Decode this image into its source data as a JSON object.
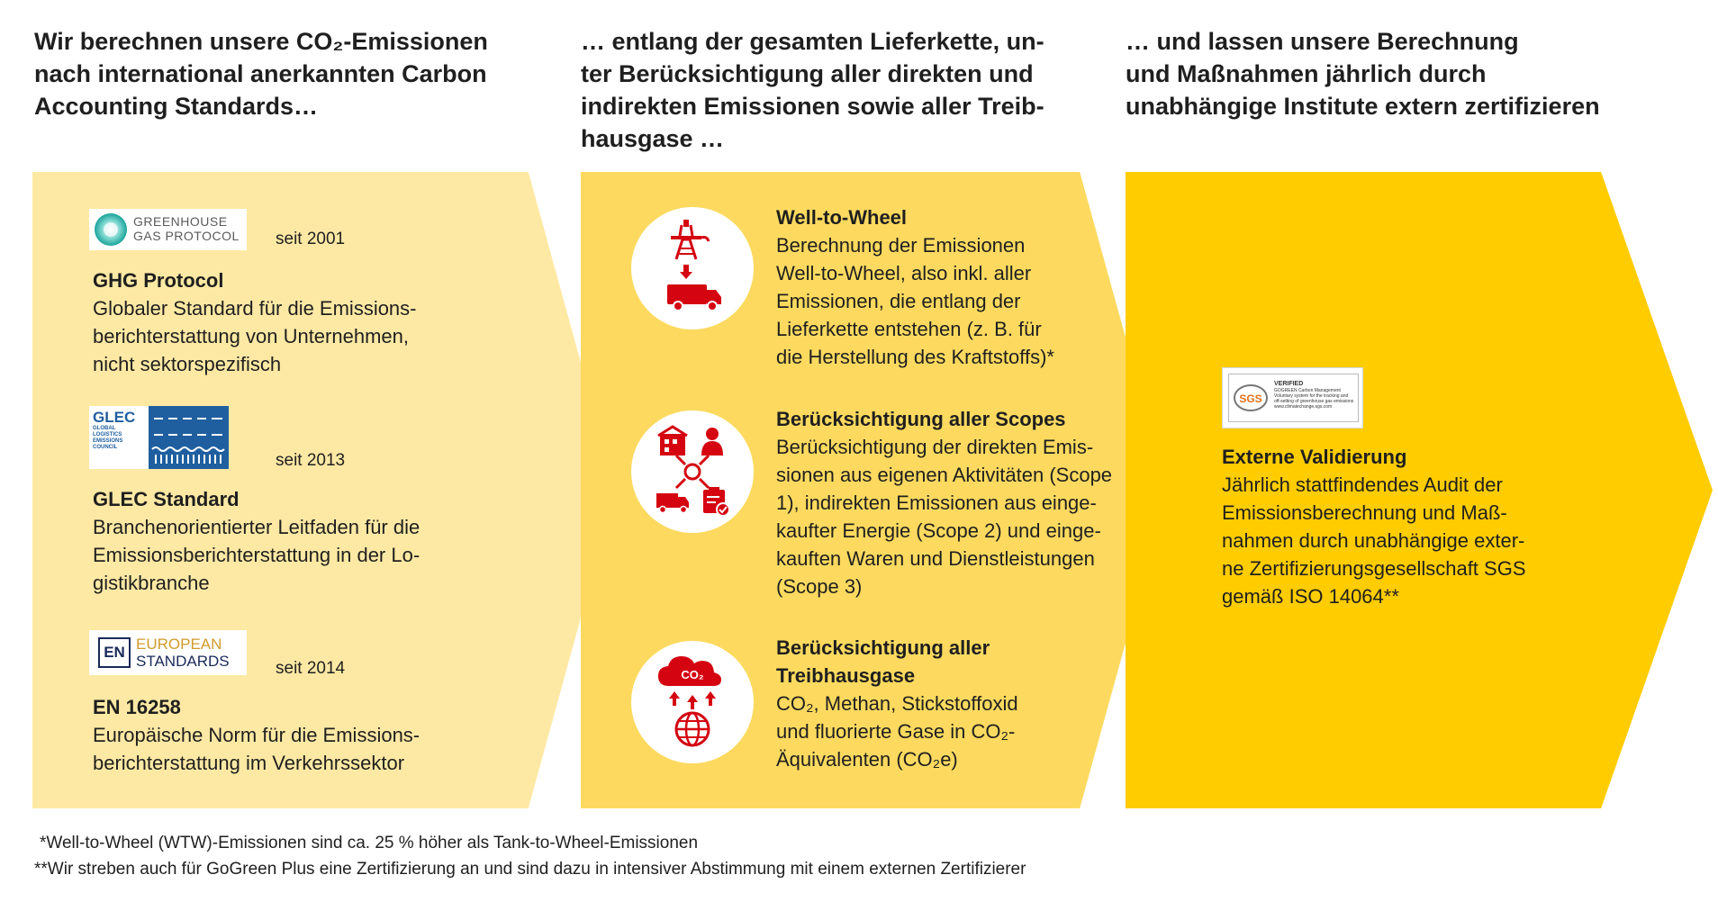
{
  "headings": {
    "col1": [
      "Wir berechnen unsere CO₂-Emissionen",
      "nach international anerkannten Carbon",
      "Accounting Standards…"
    ],
    "col2": [
      "… entlang der gesamten Lieferkette, un-",
      "ter Berücksichtigung aller direkten und",
      "indirekten Emissionen sowie aller Treib-",
      "hausgase …"
    ],
    "col3": [
      "… und lassen unsere Berechnung",
      "und Maßnahmen jährlich durch",
      "unabhängige Institute extern zertifizieren"
    ]
  },
  "colors": {
    "arrow1": "#FEE9A4",
    "arrow2": "#FDDA5F",
    "arrow3": "#FFCC00",
    "icon_red": "#D40511"
  },
  "standards": [
    {
      "logo_text": [
        "GREENHOUSE",
        "GAS PROTOCOL"
      ],
      "since": "seit 2001",
      "title": "GHG Protocol",
      "description": "Globaler Standard für die Emissions-\nberichterstattung von Unternehmen,\nnicht sektorspezifisch"
    },
    {
      "logo_text": [
        "GLEC",
        "GLOBAL",
        "LOGISTICS",
        "EMISSIONS",
        "COUNCIL"
      ],
      "since": "seit 2013",
      "title": "GLEC Standard",
      "description": "Branchenorientierter Leitfaden für die\nEmissionsberichterstattung in der Lo-\ngistikbranche"
    },
    {
      "logo_text": [
        "EN",
        "EUROPEAN",
        "STANDARDS"
      ],
      "since": "seit 2014",
      "title": "EN 16258",
      "description": "Europäische Norm für die Emissions-\nberichterstattung im Verkehrssektor"
    }
  ],
  "scope_items": [
    {
      "icon": "oil-derrick-truck-icon",
      "title": "Well-to-Wheel",
      "description": "Berechnung der Emissionen\nWell-to-Wheel, also inkl. aller\nEmissionen, die entlang der\nLieferkette entstehen (z. B. für\ndie Herstellung des Kraftstoffs)*"
    },
    {
      "icon": "scopes-network-icon",
      "title": "Berücksichtigung aller Scopes",
      "description": "Berücksichtigung der direkten Emis-\nsionen aus eigenen Aktivitäten (Scope\n1), indirekten Emissionen aus einge-\nkaufter Energie (Scope 2) und einge-\nkauften Waren und Dienstleistungen\n(Scope 3)"
    },
    {
      "icon": "co2-cloud-globe-icon",
      "icon_text": "CO₂",
      "title": "Berücksichtigung aller\nTreibhausgase",
      "description": "CO₂, Methan, Stickstoffoxid\nund fluorierte Gase in CO₂-\nÄquivalenten (CO₂e)"
    }
  ],
  "validation": {
    "logo_text": [
      "SGS",
      "VERIFIED",
      "GOGREEN Carbon Management",
      "Voluntary system for the tracking and",
      "off-setting of greenhouse gas emissions",
      "www.climatechange.sgs.com"
    ],
    "title": "Externe Validierung",
    "description": "Jährlich stattfindendes Audit der\nEmissionsberechnung und Maß-\nnahmen durch unabhängige exter-\nne Zertifizierungsgesellschaft SGS\ngemäß ISO 14064**"
  },
  "footnotes": [
    "*Well-to-Wheel (WTW)-Emissionen sind ca. 25 % höher als Tank-to-Wheel-Emissionen",
    "**Wir streben auch für GoGreen Plus eine Zertifizierung an und sind dazu in intensiver Abstimmung mit einem externen Zertifizierer"
  ]
}
